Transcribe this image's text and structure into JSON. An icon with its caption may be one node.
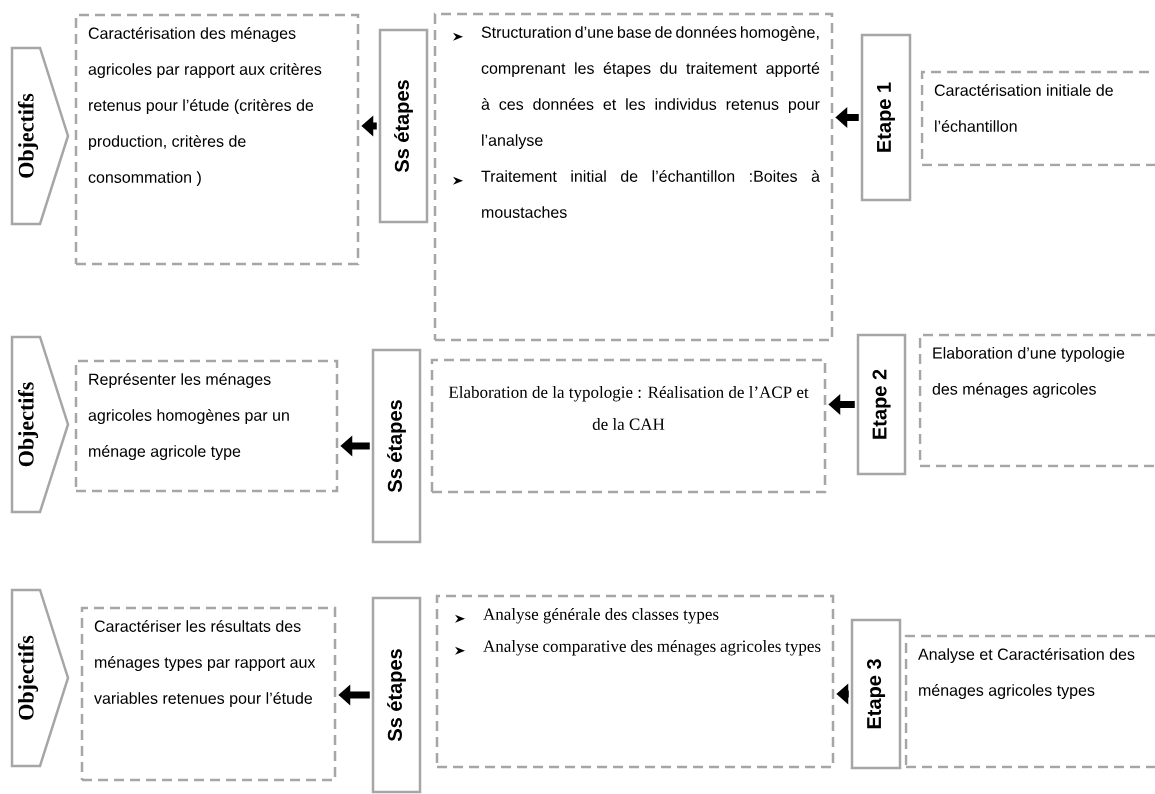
{
  "diagram": {
    "nodes": [
      {
        "text": [
          "Objectifs"
        ]
      },
      {
        "text": [
          "Caractérisation des ménages agricoles par rapport aux critères retenus pour l’étude (critères de production, critères de consommation )"
        ]
      },
      {
        "text": [
          "Ss étapes"
        ]
      },
      {
        "text": [
          "Structuration d’une base de données homogène, comprenant les étapes du traitement apporté à ces données et les individus retenus pour l’analyse",
          "Traitement initial de l’échantillon :Boites à moustaches"
        ]
      },
      {
        "text": [
          "Etape 1"
        ]
      },
      {
        "text": [
          "Caractérisation initiale de l’échantillon"
        ]
      },
      {
        "text": [
          "Objectifs"
        ]
      },
      {
        "text": [
          "Représenter les ménages agricoles homogènes par un ménage agricole type"
        ]
      },
      {
        "text": [
          "Ss étapes"
        ]
      },
      {
        "text": [
          "Elaboration de la typologie : Réalisation de l’ACP et de la CAH"
        ]
      },
      {
        "text": [
          "Etape 2"
        ]
      },
      {
        "text": [
          "Elaboration d’une typologie des ménages agricoles"
        ]
      },
      {
        "text": [
          "Objectifs"
        ]
      },
      {
        "text": [
          "Caractériser les résultats des ménages types par rapport aux variables retenues pour l’étude"
        ]
      },
      {
        "text": [
          "Ss étapes"
        ]
      },
      {
        "text": [
          "Analyse générale des classes types",
          "Analyse comparative des ménages agricoles types"
        ]
      },
      {
        "text": [
          "Etape 3"
        ]
      },
      {
        "text": [
          "Analyse et Caractérisation des ménages agricoles types"
        ]
      }
    ],
    "edges": [
      {
        "from": 4,
        "to": 3,
        "arrow": "to"
      },
      {
        "from": 2,
        "to": 1,
        "arrow": "to"
      },
      {
        "from": 10,
        "to": 9,
        "arrow": "to"
      },
      {
        "from": 8,
        "to": 7,
        "arrow": "to"
      },
      {
        "from": 16,
        "to": 15,
        "arrow": "to"
      },
      {
        "from": 14,
        "to": 13,
        "arrow": "to"
      }
    ]
  }
}
